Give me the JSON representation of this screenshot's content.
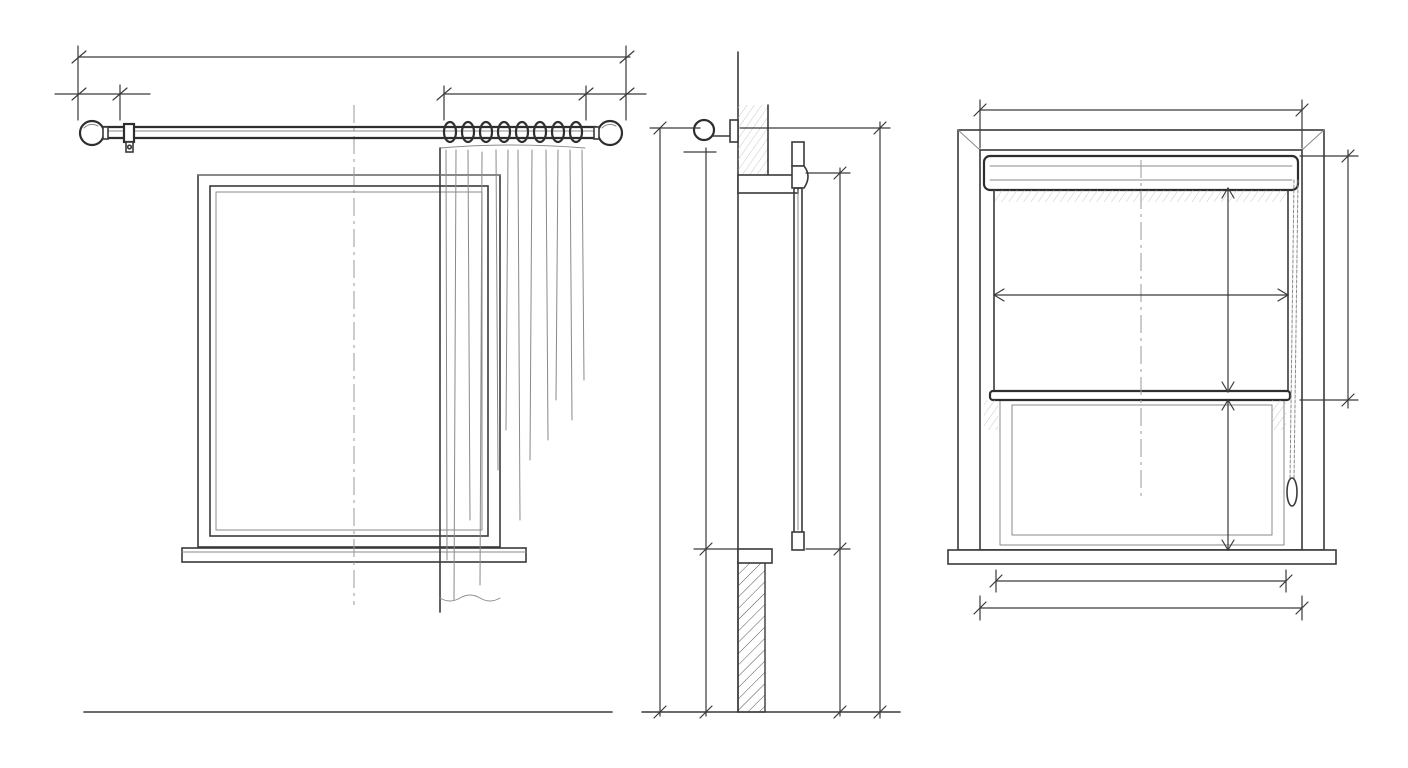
{
  "figure": {
    "stroke_color": "#3a3a3a",
    "background": "#ffffff",
    "views": [
      {
        "id": "curtain-rod-front-elevation",
        "icon": "curtain-rod-icon"
      },
      {
        "id": "wall-section-side-view",
        "icon": "wall-bracket-icon"
      },
      {
        "id": "roller-blind-front-elevation",
        "icon": "roller-blind-icon"
      }
    ]
  }
}
